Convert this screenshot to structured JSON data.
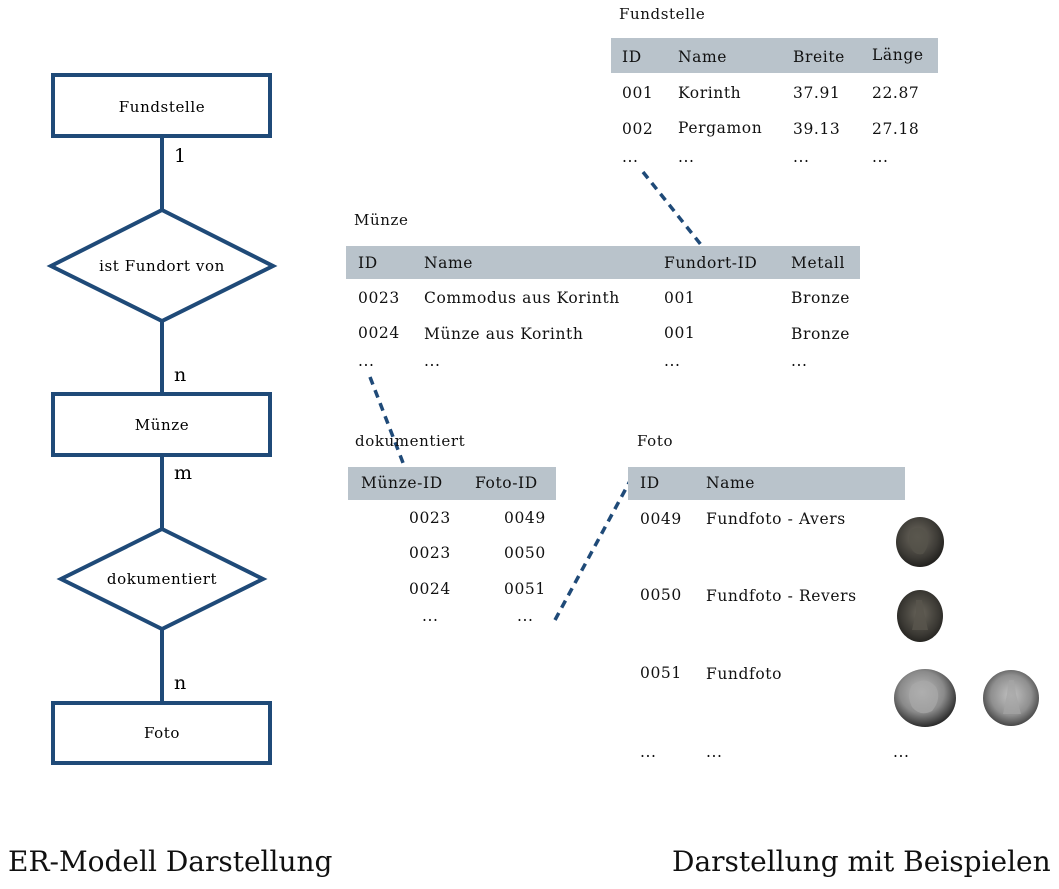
{
  "er_model": {
    "entities": {
      "fundstelle": "Fundstelle",
      "muenze": "Münze",
      "foto": "Foto"
    },
    "relationships": {
      "ist_fundort_von": "ist Fundort von",
      "dokumentiert": "dokumentiert"
    },
    "cardinalities": {
      "fundstelle_side": "1",
      "muenze_side_top": "n",
      "muenze_side_bottom": "m",
      "foto_side": "n"
    },
    "caption": "ER-Modell Darstellung"
  },
  "tables": {
    "fundstelle": {
      "title": "Fundstelle",
      "columns": [
        "ID",
        "Name",
        "Breite",
        "Länge"
      ],
      "rows": [
        [
          "001",
          "Korinth",
          "37.91",
          "22.87"
        ],
        [
          "002",
          "Pergamon",
          "39.13",
          "27.18"
        ],
        [
          "...",
          "...",
          "...",
          "..."
        ]
      ]
    },
    "muenze": {
      "title": "Münze",
      "columns": [
        "ID",
        "Name",
        "Fundort-ID",
        "Metall"
      ],
      "rows": [
        [
          "0023",
          "Commodus aus Korinth",
          "001",
          "Bronze"
        ],
        [
          "0024",
          "Münze aus Korinth",
          "001",
          "Bronze"
        ],
        [
          "...",
          "...",
          "...",
          "..."
        ]
      ]
    },
    "dokumentiert": {
      "title": "dokumentiert",
      "columns": [
        "Münze-ID",
        "Foto-ID"
      ],
      "rows": [
        [
          "0023",
          "0049"
        ],
        [
          "0023",
          "0050"
        ],
        [
          "0024",
          "0051"
        ],
        [
          "...",
          "..."
        ]
      ]
    },
    "foto": {
      "title": "Foto",
      "columns": [
        "ID",
        "Name"
      ],
      "rows": [
        [
          "0049",
          "Fundfoto - Avers"
        ],
        [
          "0050",
          "Fundfoto - Revers"
        ],
        [
          "0051",
          "Fundfoto"
        ],
        [
          "...",
          "...",
          "..."
        ]
      ]
    },
    "caption": "Darstellung mit Beispielen"
  },
  "colors": {
    "er_stroke": "#1f4a78",
    "link_dash": "#1f4a78",
    "table_header": "#b9c3cb"
  }
}
